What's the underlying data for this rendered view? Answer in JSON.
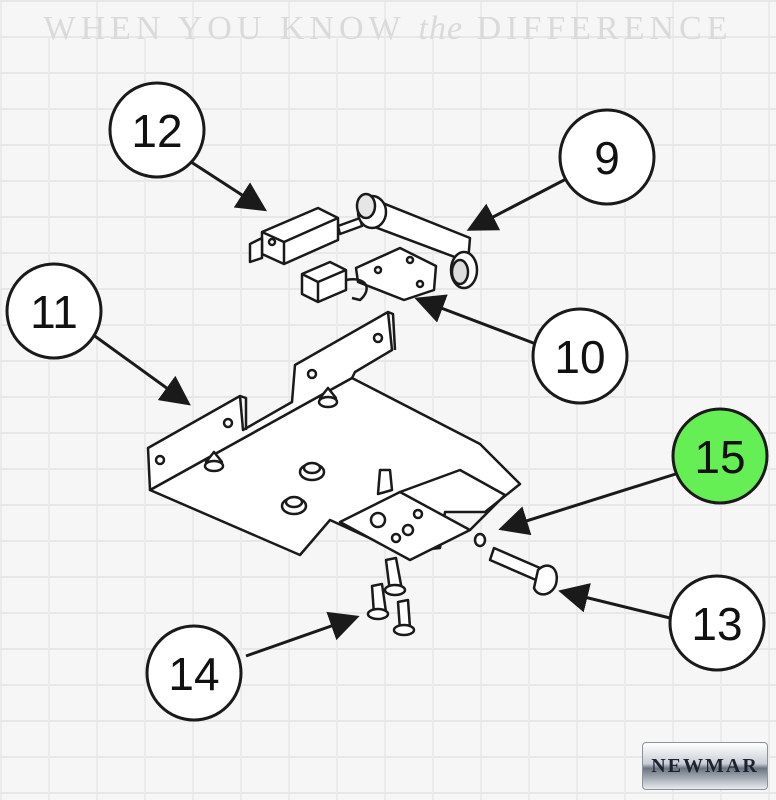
{
  "tagline": {
    "before": "WHEN YOU KNOW",
    "italic": "the",
    "after": "DIFFERENCE"
  },
  "callouts": [
    {
      "id": "12",
      "label": "12",
      "highlight": false
    },
    {
      "id": "9",
      "label": "9",
      "highlight": false
    },
    {
      "id": "11",
      "label": "11",
      "highlight": false
    },
    {
      "id": "10",
      "label": "10",
      "highlight": false
    },
    {
      "id": "15",
      "label": "15",
      "highlight": true
    },
    {
      "id": "13",
      "label": "13",
      "highlight": false
    },
    {
      "id": "14",
      "label": "14",
      "highlight": false
    }
  ],
  "colors": {
    "highlight": "#66ee55",
    "callout_fill": "#ffffff",
    "line": "#1a1a1a"
  },
  "logo": {
    "text": "NEWMAR"
  }
}
